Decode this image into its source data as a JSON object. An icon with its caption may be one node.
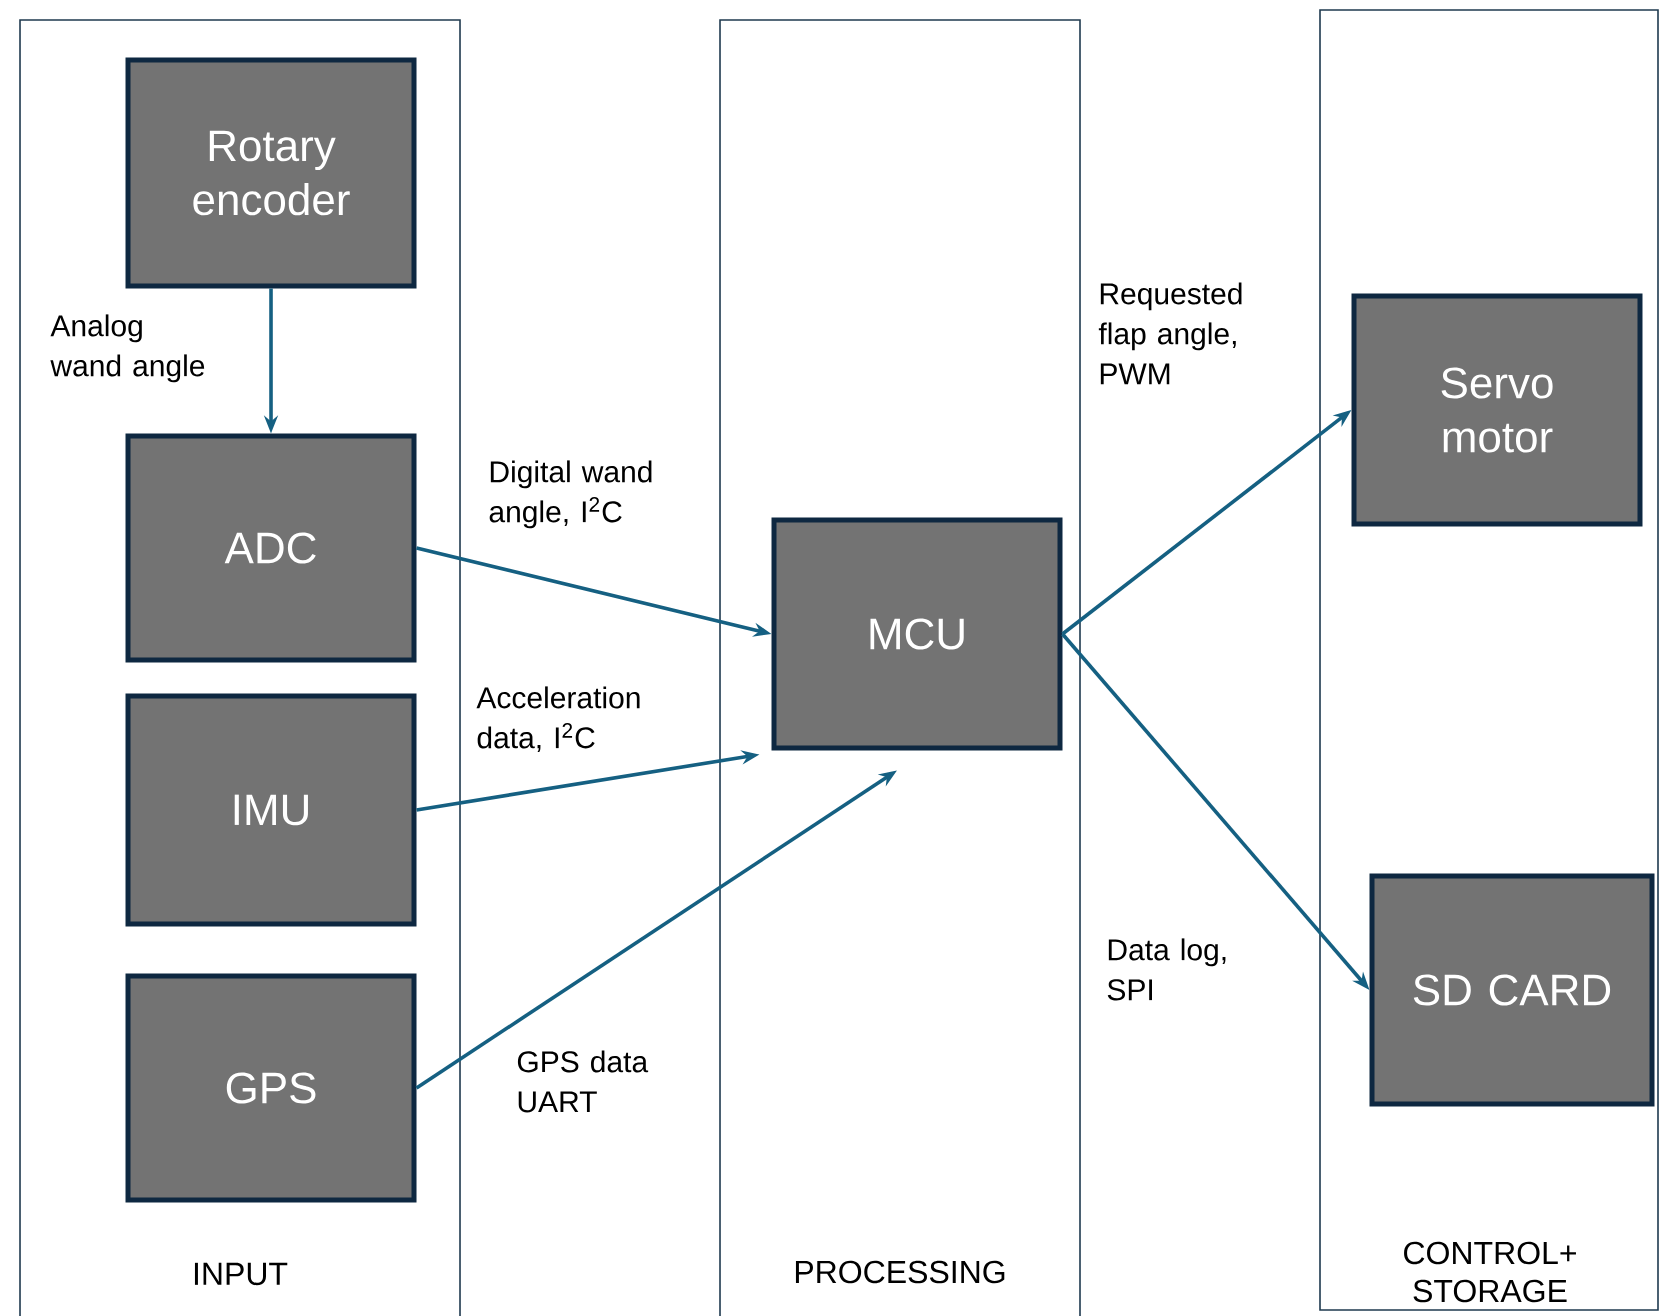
{
  "diagram": {
    "nodes": [
      {
        "text": [
          "INPUT"
        ]
      },
      {
        "text": [
          "Rotary encoder"
        ],
        "in": 0
      },
      {
        "text": [
          "ADC"
        ],
        "in": 0
      },
      {
        "text": [
          "IMU"
        ],
        "in": 0
      },
      {
        "text": [
          "GPS"
        ],
        "in": 0
      },
      {
        "text": [
          "PROCESSING"
        ]
      },
      {
        "text": [
          "MCU"
        ],
        "in": 5
      },
      {
        "text": [
          "CONTROL+ STORAGE"
        ]
      },
      {
        "text": [
          "Servo motor"
        ],
        "in": 7
      },
      {
        "text": [
          "SD CARD"
        ],
        "in": 7
      }
    ],
    "edges": [
      {
        "from": 1,
        "to": 2,
        "arrow": "to",
        "label": "Analog wand angle"
      },
      {
        "from": 2,
        "to": 6,
        "arrow": "to",
        "label": "Digital wand angle, I$^{2}$C"
      },
      {
        "from": 3,
        "to": 6,
        "arrow": "to",
        "label": "Acceleration data, I$^{2}$C"
      },
      {
        "from": 4,
        "to": 6,
        "arrow": "to",
        "label": "GPS data UART"
      },
      {
        "from": 6,
        "to": 8,
        "arrow": "to",
        "label": "Requested flap angle, PWM"
      },
      {
        "from": 6,
        "to": 9,
        "arrow": "to",
        "label": "Data log, SPI"
      }
    ]
  }
}
